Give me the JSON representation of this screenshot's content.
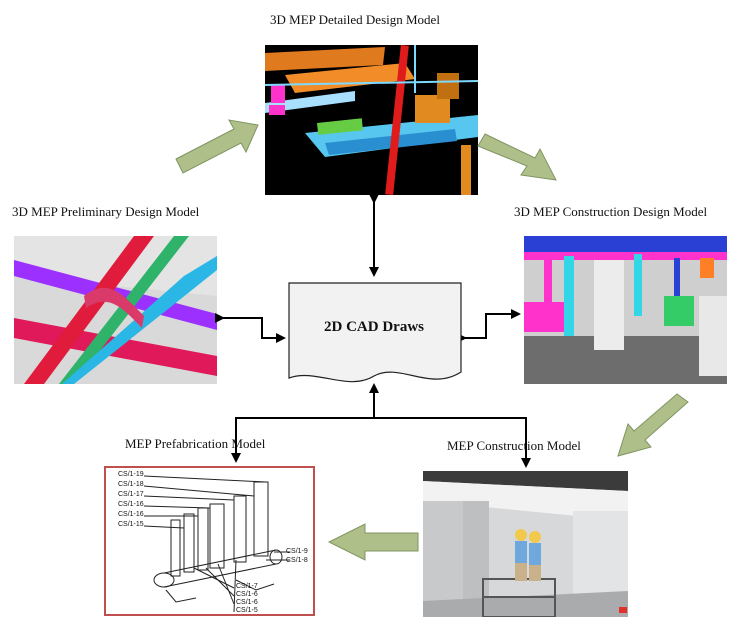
{
  "center": {
    "label": "2D CAD Draws"
  },
  "models": {
    "detailed": {
      "title": "3D MEP Detailed Design Model"
    },
    "preliminary": {
      "title": "3D MEP Preliminary Design Model"
    },
    "construction_design": {
      "title": "3D MEP Construction Design Model"
    },
    "prefabrication": {
      "title": "MEP Prefabrication Model"
    },
    "construction": {
      "title": "MEP Construction Model"
    }
  },
  "spool_tags": {
    "left": [
      "CS/1-19",
      "CS/1-18",
      "CS/1-17",
      "CS/1-16",
      "CS/1-16",
      "CS/1-15"
    ],
    "right": [
      "CS/1-9",
      "CS/1-8"
    ],
    "bottom": [
      "CS/1-7",
      "CS/1-6",
      "CS/1-6",
      "CS/1-5"
    ]
  },
  "colors": {
    "flow_arrow_fill": "#aebf8a",
    "flow_arrow_stroke": "#7f9460",
    "connector": "#000000",
    "document_fill": "#f2f2f2",
    "frame_red": "#c0504d"
  }
}
